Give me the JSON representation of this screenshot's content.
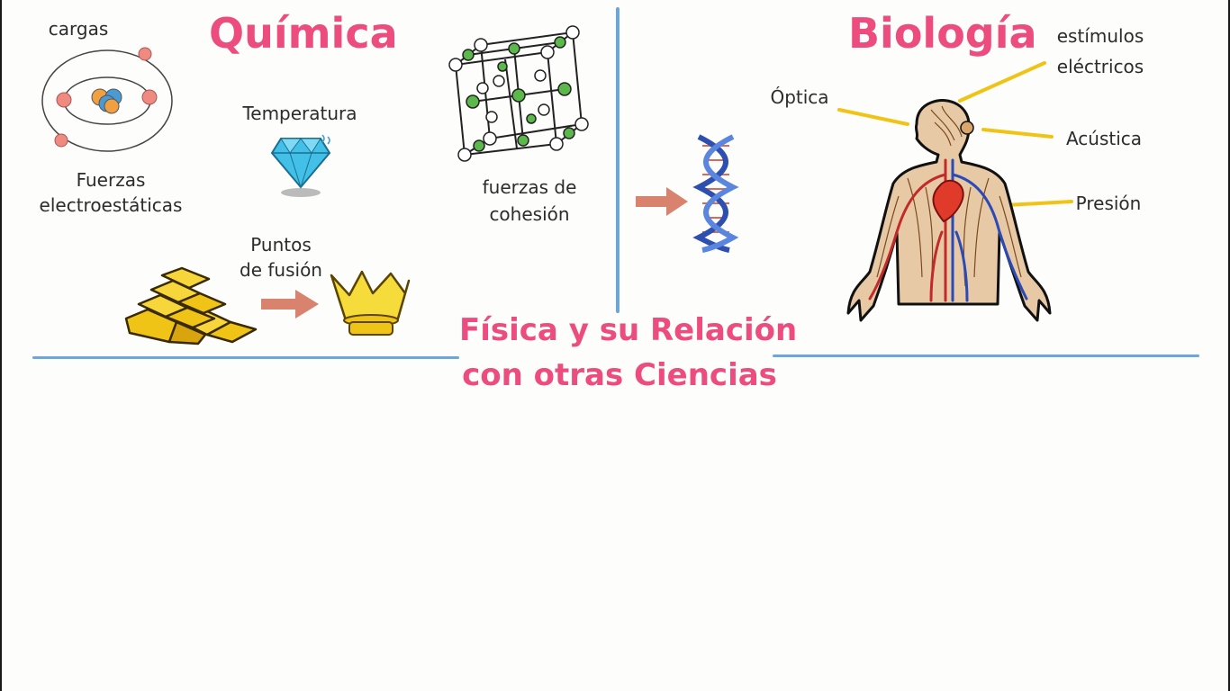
{
  "chemistry": {
    "title": "Química",
    "charges_label": "cargas",
    "electrostatic_label": [
      "Fuerzas",
      "electroestáticas"
    ],
    "temperature_label": "Temperatura",
    "cohesion_label": [
      "fuerzas de",
      "cohesión"
    ],
    "melting_label": [
      "Puntos",
      "de fusión"
    ]
  },
  "biology": {
    "title": "Biología",
    "electric_label": [
      "estímulos",
      "eléctricos"
    ],
    "optics_label": "Óptica",
    "acoustics_label": "Acústica",
    "pressure_label": "Presión"
  },
  "main_title": {
    "line1": "Física y su Relación",
    "line2": "con otras Ciencias"
  },
  "colors": {
    "accent_pink": "#ec4d7e",
    "divider_blue": "#6ea6d6",
    "arrow": "#d9826e",
    "gold": "#f0c417"
  },
  "icons": [
    "atom-icon",
    "diamond-icon",
    "crystal-lattice-icon",
    "gold-bars-icon",
    "crown-icon",
    "dna-icon",
    "human-body-icon"
  ]
}
